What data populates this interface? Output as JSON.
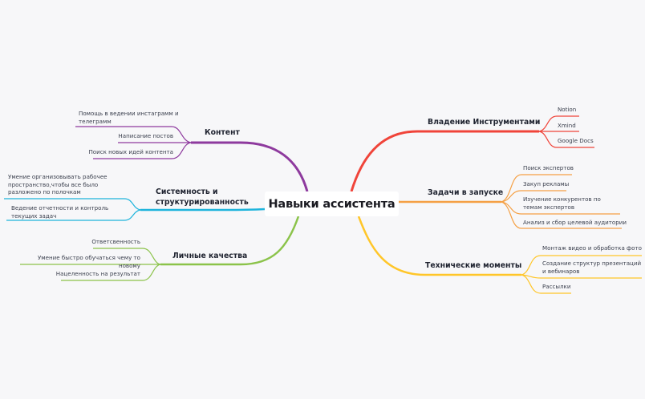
{
  "central": {
    "label": "Навыки ассистента"
  },
  "colors": {
    "background": "#f7f7f9",
    "content": "#8e3a9e",
    "systemness": "#1eb4dc",
    "personal": "#8bc34a",
    "tools": "#f0443a",
    "launch": "#f5a044",
    "technical": "#ffc629"
  },
  "branches": {
    "content": {
      "label": "Контент",
      "children": [
        "Помощь в ведении инстаграмм и телеграмм",
        "Написание постов",
        "Поиск новых идей контента"
      ]
    },
    "systemness": {
      "label_line1": "Системность и",
      "label_line2": "структурированность",
      "children": [
        "Умение организовывать рабочее пространство,чтобы все было разложено по полочкам",
        "Ведение отчетности и контроль текущих задач"
      ]
    },
    "personal": {
      "label": "Личные качества",
      "children": [
        "Ответсвенность",
        "Умение быстро обучаться чему то новому",
        "Нацеленность на результат"
      ]
    },
    "tools": {
      "label": "Владение Инструментами",
      "children": [
        "Notion",
        "Xmind",
        "Google Docs"
      ]
    },
    "launch": {
      "label": "Задачи в запуске",
      "children": [
        "Поиск экспертов",
        "Закуп рекламы",
        "Изучение  конкурентов по темам экспертов",
        "Анализ и сбор целевой аудитории"
      ]
    },
    "technical": {
      "label": "Технические моменты",
      "children": [
        "Монтаж видео и обработка фото",
        "Создание структур презентаций и вебинаров",
        "Рассылки"
      ]
    }
  }
}
